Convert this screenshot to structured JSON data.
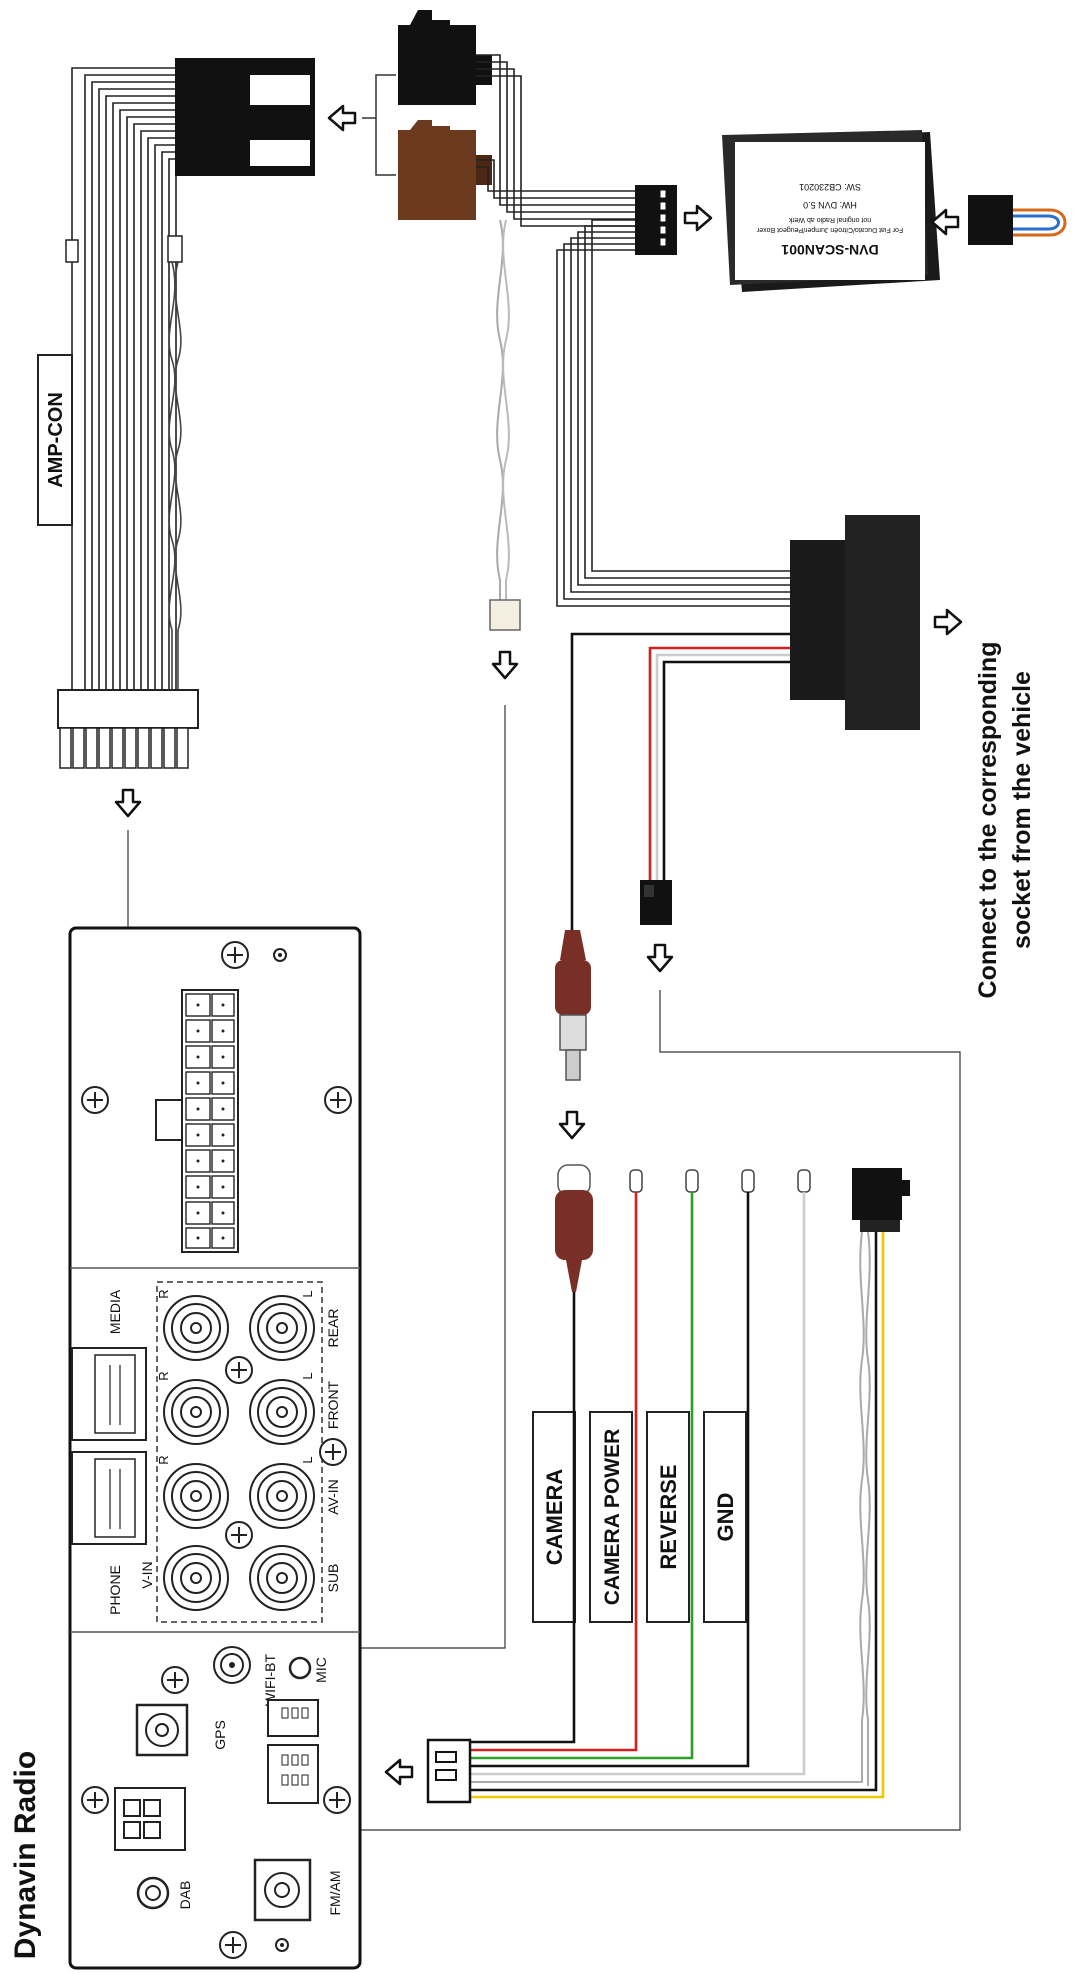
{
  "title": "Dynavin Radio",
  "labels": {
    "amp_con": "AMP-CON",
    "camera": "CAMERA",
    "camera_power": "CAMERA POWER",
    "reverse": "REVERSE",
    "gnd": "GND",
    "connect_line1": "Connect to the corresponding",
    "connect_line2": "socket from the vehicle"
  },
  "module": {
    "name": "DVN-SCAN001",
    "line1": "For Fiat Ducato/Citroën Jumper/Peugeot Boxer",
    "line2": "not original Radio ab Werk",
    "hw": "HW: DVN 5.0",
    "sw": "SW: CB230201"
  },
  "radio_ports": {
    "media": "MEDIA",
    "phone": "PHONE",
    "v_in": "V-IN",
    "rear": "REAR",
    "front": "FRONT",
    "av_in": "AV-IN",
    "sub": "SUB",
    "r": "R",
    "l": "L",
    "wifi_bt": "WIFI-BT",
    "mic": "MIC",
    "gps": "GPS",
    "dab": "DAB",
    "fm_am": "FM/AM"
  },
  "colors": {
    "wire_red": "#d0201f",
    "wire_green": "#2aa02a",
    "wire_black": "#111111",
    "wire_white": "#cccccc",
    "wire_yellow": "#f0c800",
    "connector_brown": "#6b3a1f",
    "rca_brown": "#7a2f26"
  }
}
